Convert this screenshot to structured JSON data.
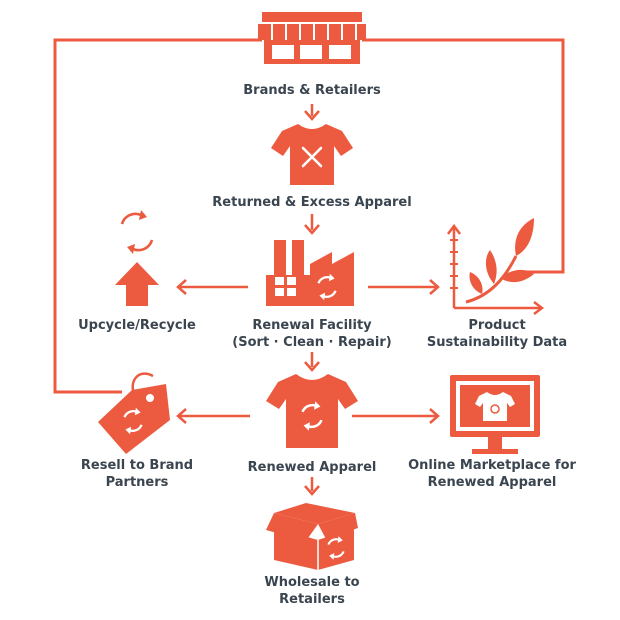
{
  "colors": {
    "accent": "#ec5b3f",
    "text": "#3a4550",
    "background": "#ffffff"
  },
  "nodes": {
    "brands": {
      "label": "Brands & Retailers",
      "icon": "storefront-icon"
    },
    "returned": {
      "label": "Returned & Excess Apparel",
      "icon": "tshirt-x-icon"
    },
    "facility": {
      "line1": "Renewal Facility",
      "line2": "(Sort · Clean · Repair)",
      "icon": "factory-icon"
    },
    "upcycle": {
      "label": "Upcycle/Recycle",
      "icon": "upcycle-arrow-icon"
    },
    "data": {
      "line1": "Product",
      "line2": "Sustainability Data",
      "icon": "growth-chart-icon"
    },
    "renewed": {
      "label": "Renewed Apparel",
      "icon": "tshirt-recycle-icon"
    },
    "resell": {
      "line1": "Resell to Brand",
      "line2": "Partners",
      "icon": "price-tag-icon"
    },
    "marketplace": {
      "line1": "Online Marketplace for",
      "line2": "Renewed Apparel",
      "icon": "monitor-icon"
    },
    "wholesale": {
      "line1": "Wholesale to",
      "line2": "Retailers",
      "icon": "box-icon"
    }
  }
}
